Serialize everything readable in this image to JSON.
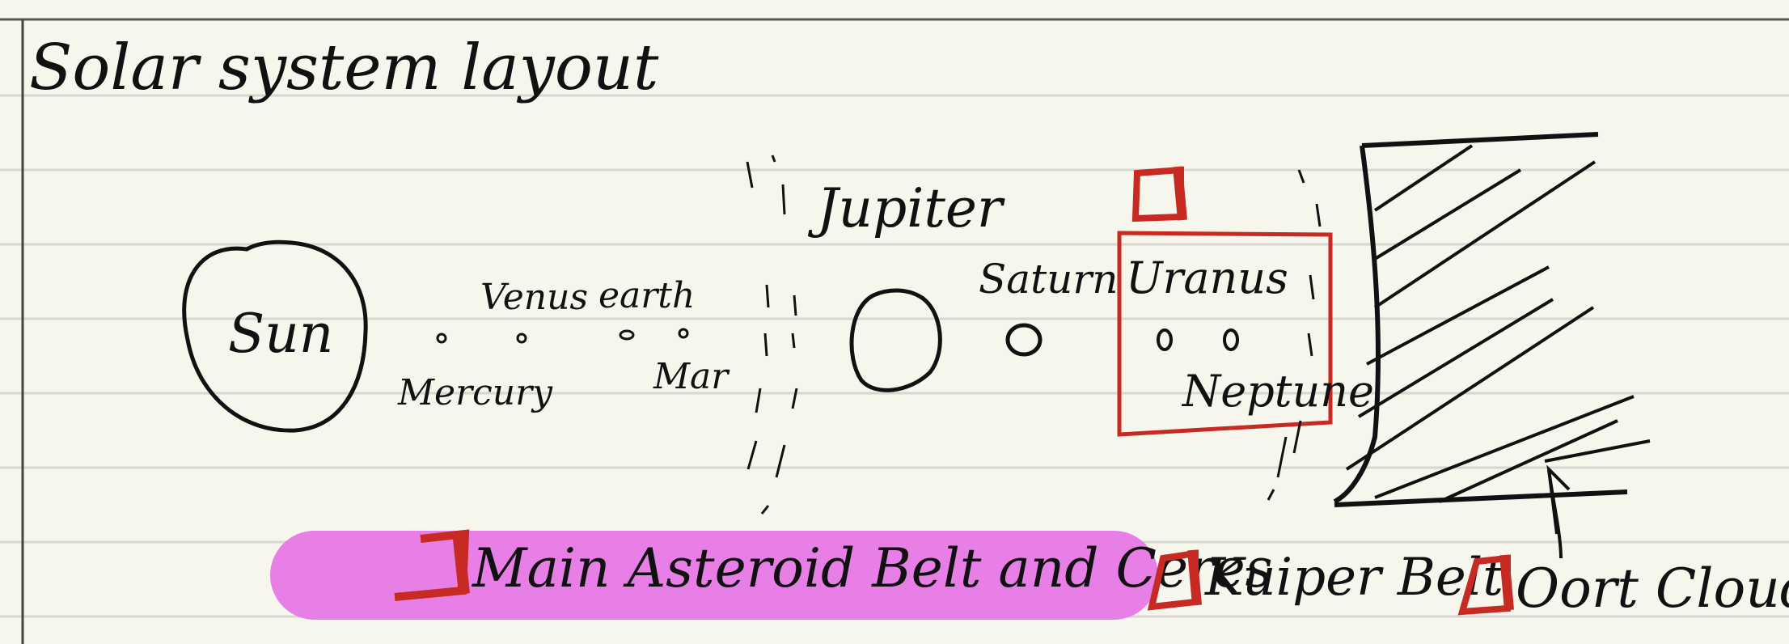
{
  "title": "Solar system layout",
  "labels": {
    "sun": "Sun",
    "mercury": "Mercury",
    "venus": "Venus",
    "earth": "earth",
    "mars": "Mar",
    "jupiter": "Jupiter",
    "saturn": "Saturn",
    "uranus": "Uranus",
    "neptune": "Neptune"
  },
  "legend": [
    {
      "label": "Main Asteroid Belt and Ceres",
      "checkbox_color": "#c62a22",
      "highlight_color": "#e77fe6"
    },
    {
      "label": "Kuiper Belt",
      "checkbox_color": "#c62a22"
    },
    {
      "label": "Oort Cloud",
      "checkbox_color": "#c62a22"
    }
  ],
  "colors": {
    "paper": "#f7f6ec",
    "rule_line": "#d6d6d2",
    "ink": "#111111",
    "red_ink": "#c62a22",
    "highlight": "#e77fe6"
  }
}
